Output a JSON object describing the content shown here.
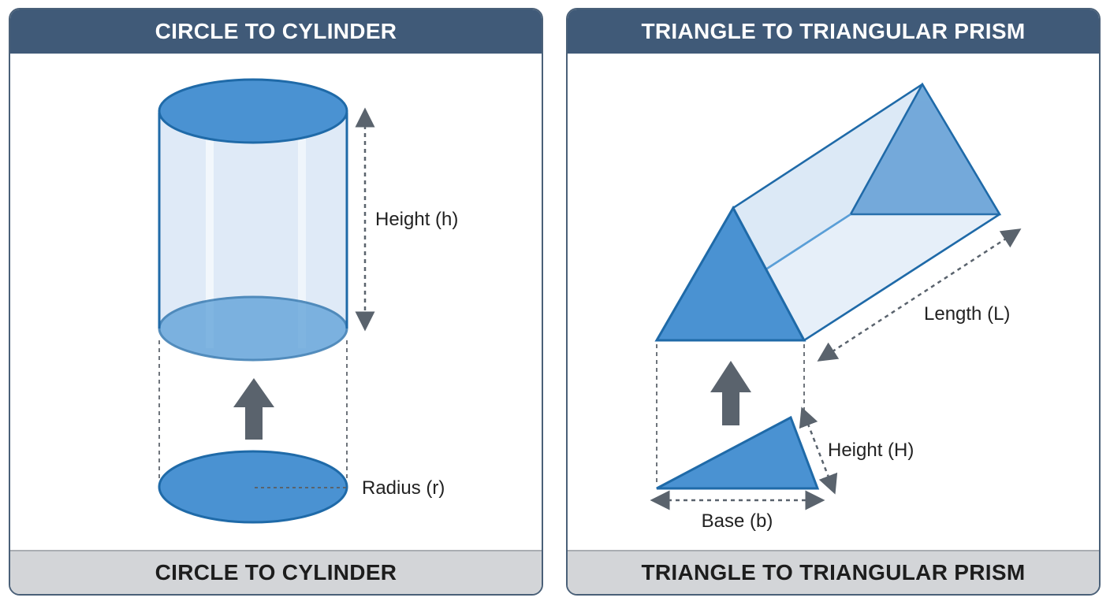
{
  "panels": [
    {
      "title": "CIRCLE TO CYLINDER",
      "footer": "CIRCLE TO CYLINDER",
      "labels": {
        "height": "Height (h)",
        "radius": "Radius (r)"
      }
    },
    {
      "title": "TRIANGLE TO TRIANGULAR PRISM",
      "footer": "TRIANGLE TO TRIANGULAR PRISM",
      "labels": {
        "length": "Length (L)",
        "height": "Height (H)",
        "base": "Base (b)"
      }
    }
  ],
  "colors": {
    "shape_fill": "#4a92d2",
    "shape_stroke": "#1f6aa8",
    "glass_fill": "#dbe8f6",
    "arrow": "#5a636d",
    "header_bg": "#405a78",
    "footer_bg": "#d3d5d8"
  }
}
